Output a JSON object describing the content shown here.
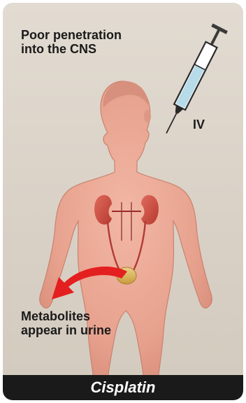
{
  "annotations": {
    "cns_penetration": [
      "Poor penetration",
      "into the CNS"
    ],
    "route": "IV",
    "excretion": [
      "Metabolites",
      "appear in urine"
    ]
  },
  "drug": {
    "name": "Cisplatin"
  },
  "colors": {
    "background": "#dcd4c9",
    "skin": "#e9a896",
    "kidney": "#c8453a",
    "bladder": "#d7b35a",
    "arrow": "#e41f1f",
    "syringe_fluid": "#b7dbe8",
    "footer": "#1a1a1a"
  },
  "icons": [
    "human-body-figure",
    "syringe-icon",
    "kidneys-icon",
    "bladder-icon",
    "excretion-arrow-icon"
  ]
}
